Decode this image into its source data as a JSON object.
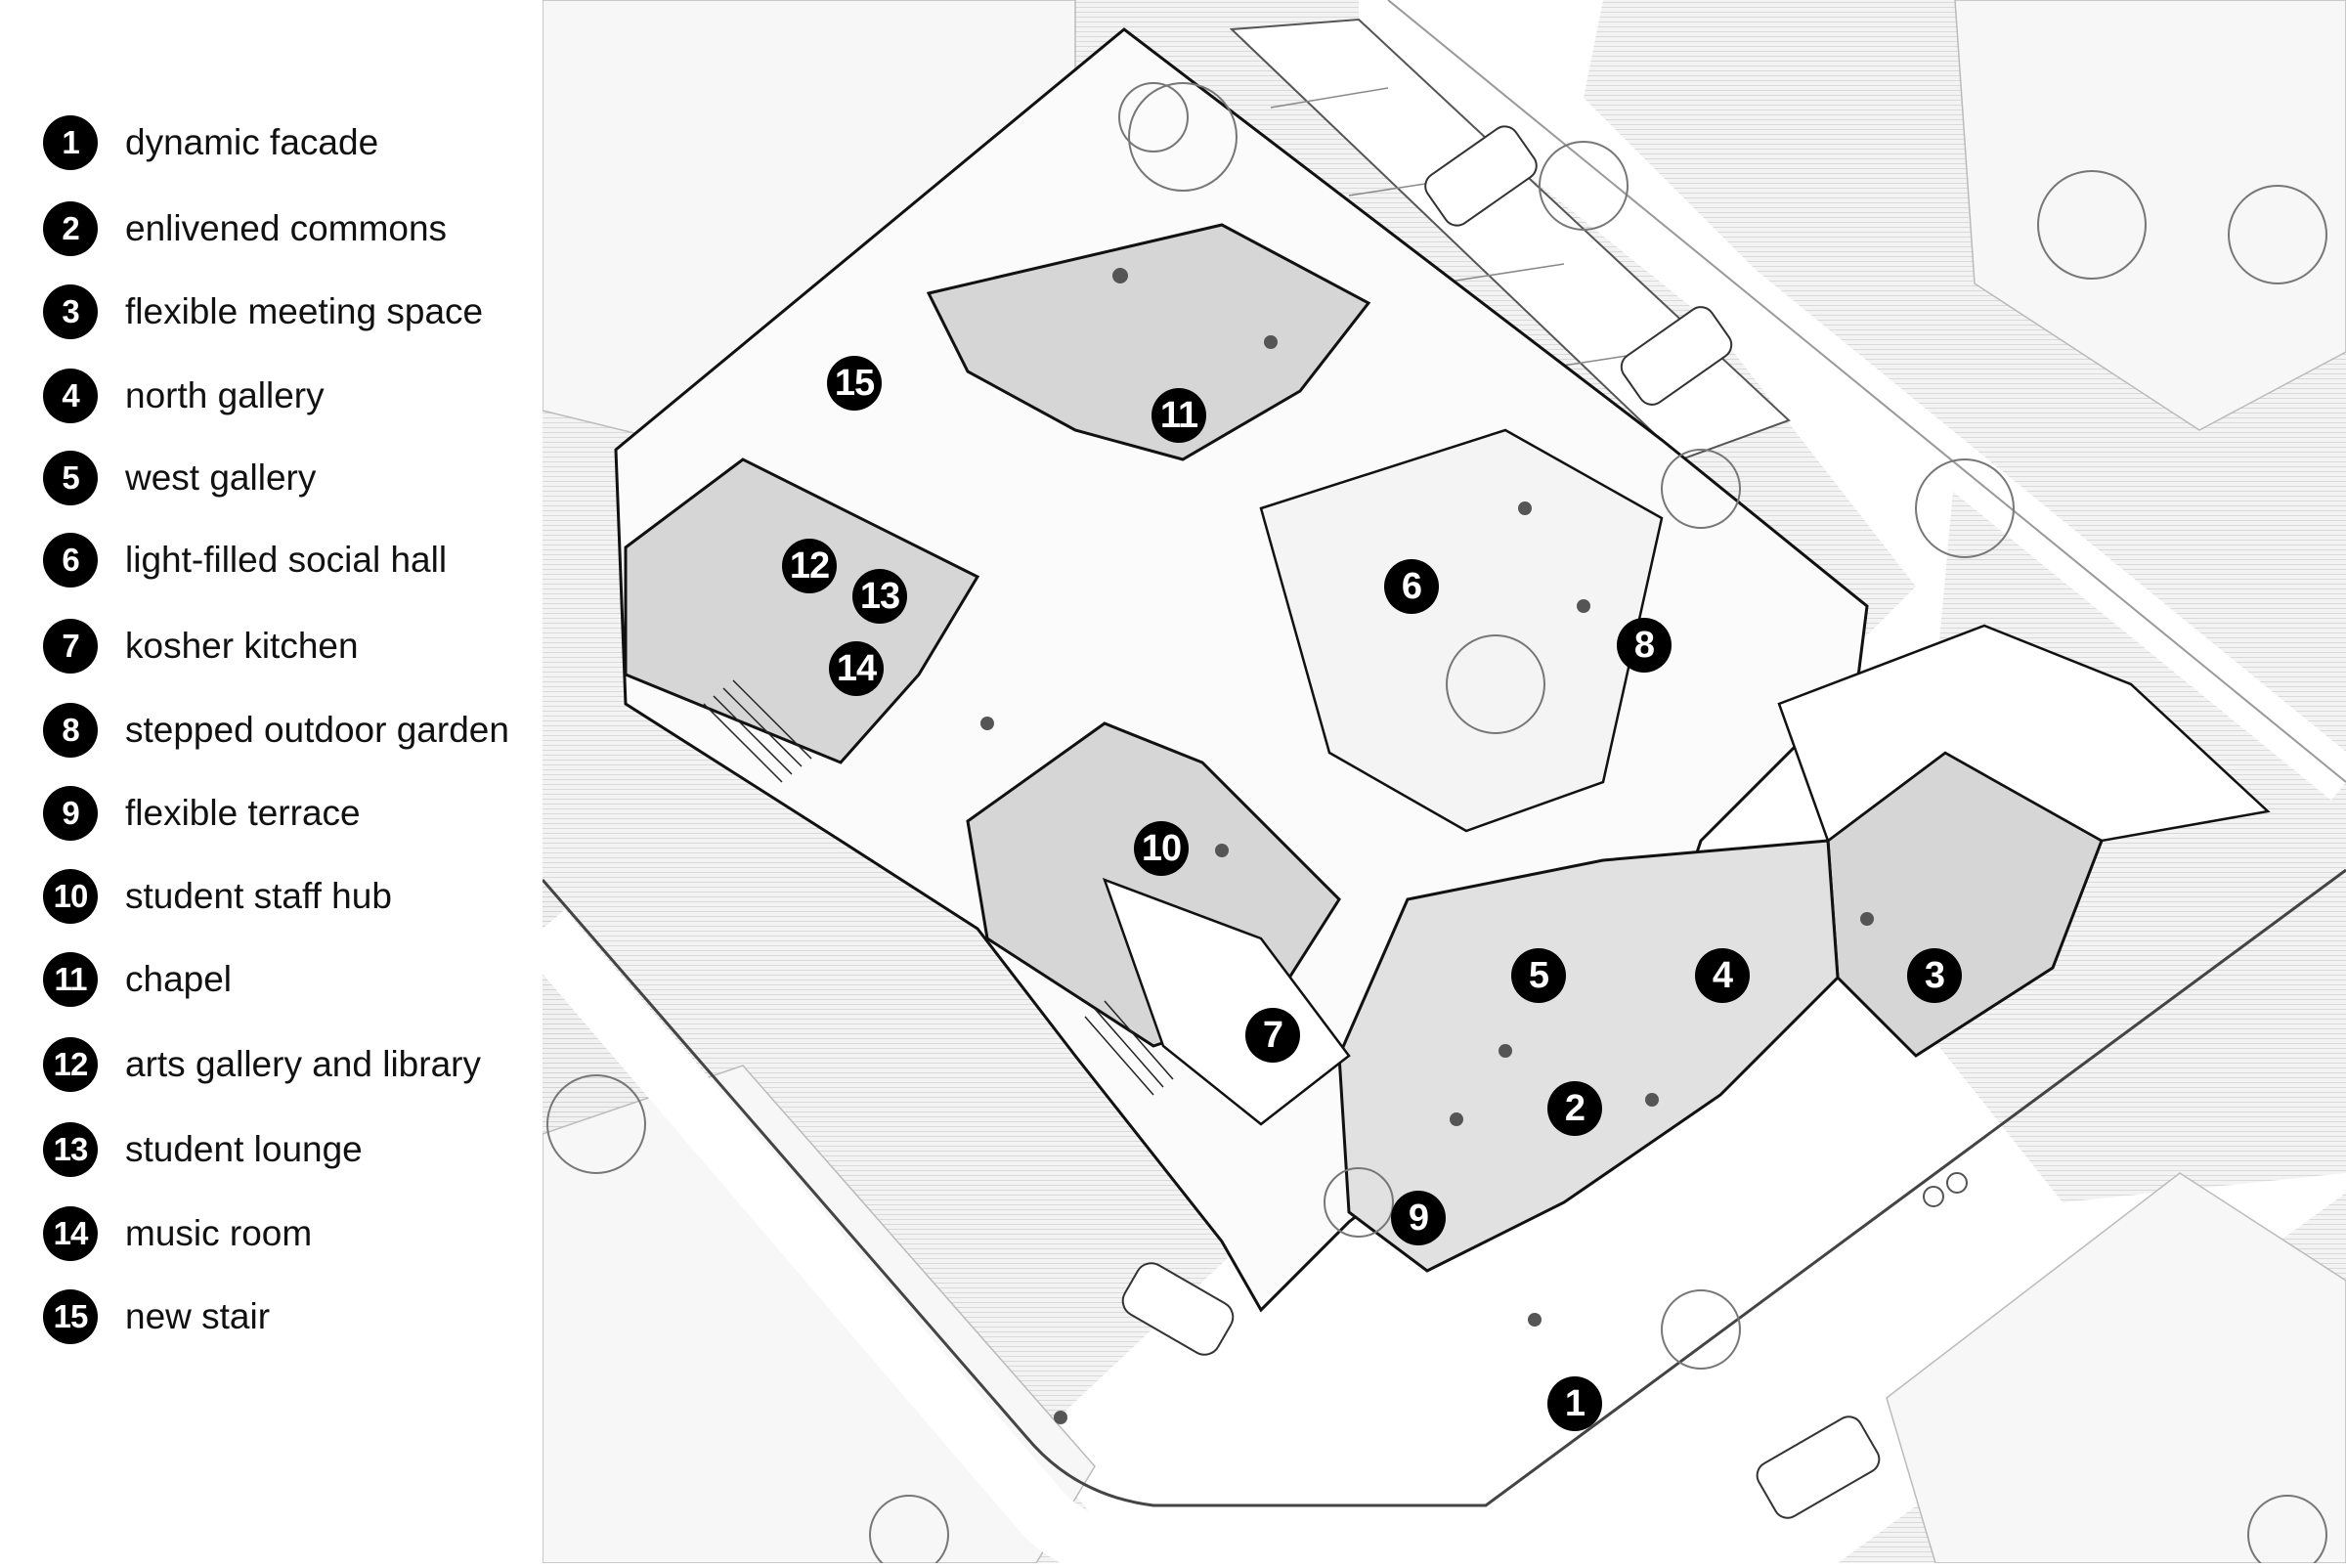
{
  "legend": [
    {
      "num": "1",
      "label": "dynamic facade"
    },
    {
      "num": "2",
      "label": "enlivened commons"
    },
    {
      "num": "3",
      "label": "flexible meeting space"
    },
    {
      "num": "4",
      "label": "north gallery"
    },
    {
      "num": "5",
      "label": "west gallery"
    },
    {
      "num": "6",
      "label": "light-filled social hall"
    },
    {
      "num": "7",
      "label": "kosher kitchen"
    },
    {
      "num": "8",
      "label": "stepped outdoor garden"
    },
    {
      "num": "9",
      "label": "flexible terrace"
    },
    {
      "num": "10",
      "label": "student staff hub"
    },
    {
      "num": "11",
      "label": "chapel"
    },
    {
      "num": "12",
      "label": "arts gallery and library"
    },
    {
      "num": "13",
      "label": "student lounge"
    },
    {
      "num": "14",
      "label": "music room"
    },
    {
      "num": "15",
      "label": "new stair"
    }
  ],
  "markers": [
    "1",
    "2",
    "3",
    "4",
    "5",
    "6",
    "7",
    "8",
    "9",
    "10",
    "11",
    "12",
    "13",
    "14",
    "15"
  ],
  "colors": {
    "badge": "#000000",
    "badge_text": "#ffffff",
    "floor": "#d6d6d6",
    "hatch": "#e6e6e6",
    "line": "#111111"
  },
  "icons": [
    "tree-icon",
    "car-icon",
    "person-icon",
    "bicycle-icon"
  ]
}
